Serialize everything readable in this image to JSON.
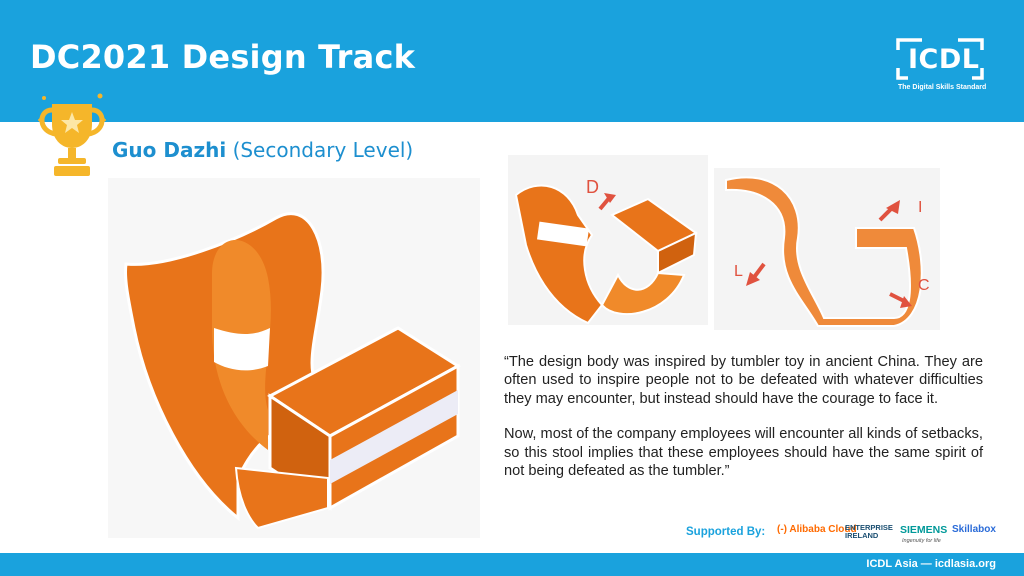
{
  "header": {
    "title": "DC2021 Design Track",
    "logo_text": "ICDL",
    "logo_tagline": "The Digital Skills Standard"
  },
  "winner": {
    "name": "Guo Dazhi",
    "level": "(Secondary Level)"
  },
  "diagram_labels": {
    "d": "D",
    "l": "L",
    "c": "C",
    "i": "I"
  },
  "quote": {
    "paragraph1": "“The design body was inspired by tumbler toy in ancient China. They are often used to inspire people not to be defeated with whatever difficulties they may encounter, but instead should have the courage to face it.",
    "paragraph2": "Now, most of the company employees will encounter all kinds of setbacks, so this stool implies that these employees should have the same spirit of not being defeated as the tumbler.”"
  },
  "sponsors": {
    "label": "Supported By:",
    "alibaba": "(-) Alibaba Cloud",
    "enterprise_line1": "ENTERPRISE",
    "enterprise_line2": "IRELAND",
    "siemens": "SIEMENS",
    "siemens_sub": "Ingenuity for life",
    "skillabox": "Skillabox"
  },
  "footer": {
    "text": "ICDL Asia — icdlasia.org"
  },
  "colors": {
    "brand_blue": "#1aa2dd",
    "stool_orange": "#e8741a",
    "arrow_red": "#e0523f",
    "trophy_gold": "#f5b62a"
  }
}
